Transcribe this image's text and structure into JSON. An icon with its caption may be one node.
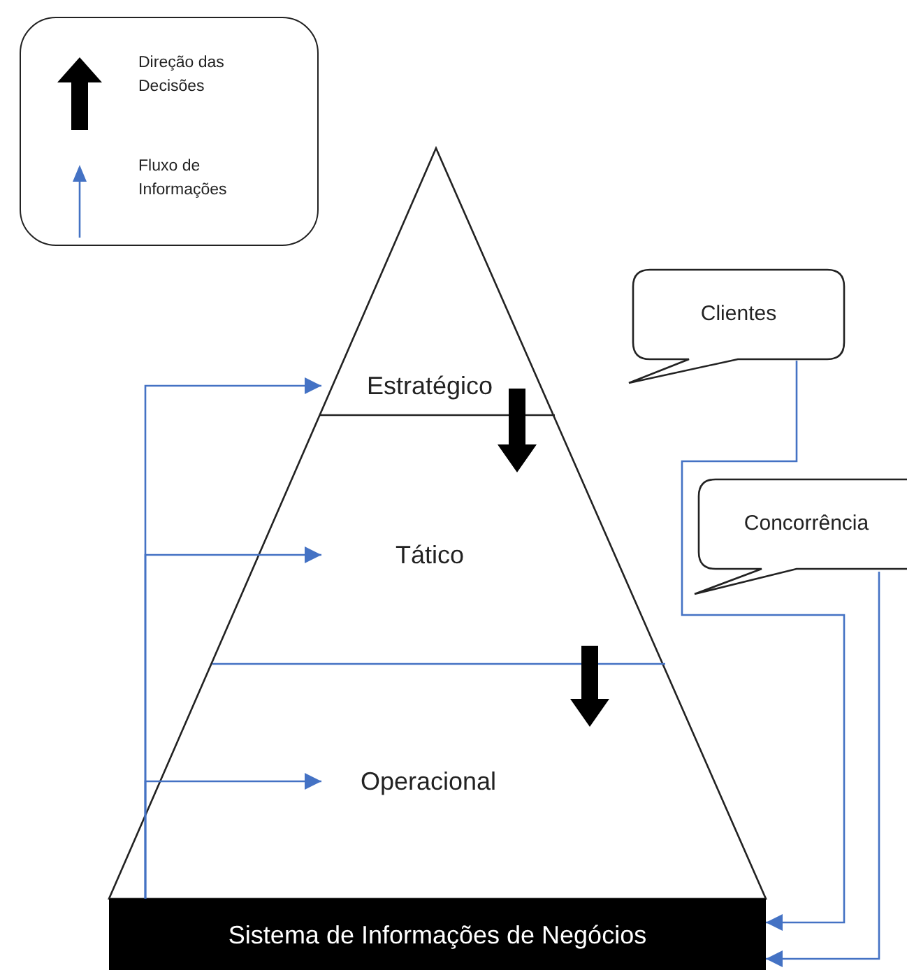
{
  "diagram": {
    "nodes": [
      {
        "text": [
          "Estratégico"
        ]
      },
      {
        "text": [
          "Tático"
        ]
      },
      {
        "text": [
          "Operacional"
        ]
      },
      {
        "text": [
          "Clientes"
        ]
      },
      {
        "text": [
          "Concorrência"
        ]
      },
      {
        "text": [
          "Sistema de Informações de Negócios"
        ]
      }
    ],
    "edges": [
      {
        "from": 5,
        "to": 0,
        "arrow": "to"
      },
      {
        "from": 5,
        "to": 1,
        "arrow": "to"
      },
      {
        "from": 5,
        "to": 2,
        "arrow": "to"
      },
      {
        "from": 3,
        "to": 5,
        "arrow": "to"
      },
      {
        "from": 4,
        "to": 5,
        "arrow": "to"
      }
    ],
    "legend": [
      {
        "text": "Direção das Decisões"
      },
      {
        "text": "Fluxo de Informações"
      }
    ]
  }
}
